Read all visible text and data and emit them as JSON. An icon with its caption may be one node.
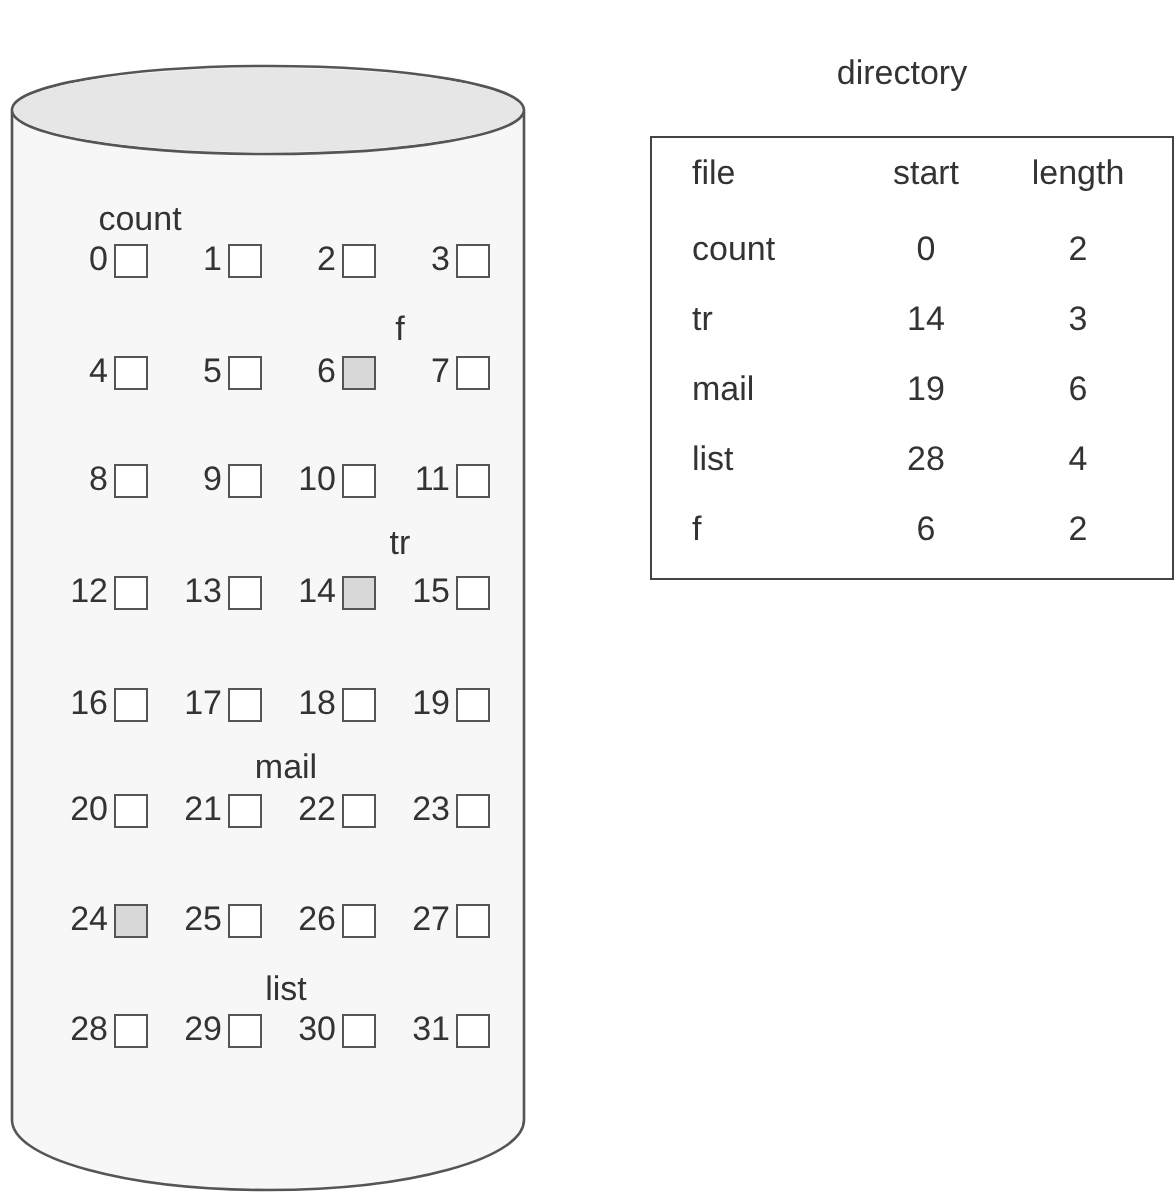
{
  "diagram": {
    "nodes": [
      {
        "text": [],
        "shape": "cylinder"
      },
      {
        "text": [
          "directory"
        ]
      }
    ],
    "labels": [
      "count",
      "0",
      "1",
      "2",
      "3",
      "f",
      "4",
      "5",
      "6",
      "7",
      "8",
      "9",
      "10",
      "11",
      "tr",
      "12",
      "13",
      "14",
      "15",
      "16",
      "17",
      "18",
      "19",
      "mail",
      "20",
      "21",
      "22",
      "23",
      "24",
      "25",
      "26",
      "27",
      "list",
      "28",
      "29",
      "30",
      "31",
      "file",
      "start",
      "length",
      "count",
      "0",
      "2",
      "tr",
      "14",
      "3",
      "mail",
      "19",
      "6",
      "list",
      "28",
      "4",
      "f",
      "6",
      "2"
    ]
  }
}
